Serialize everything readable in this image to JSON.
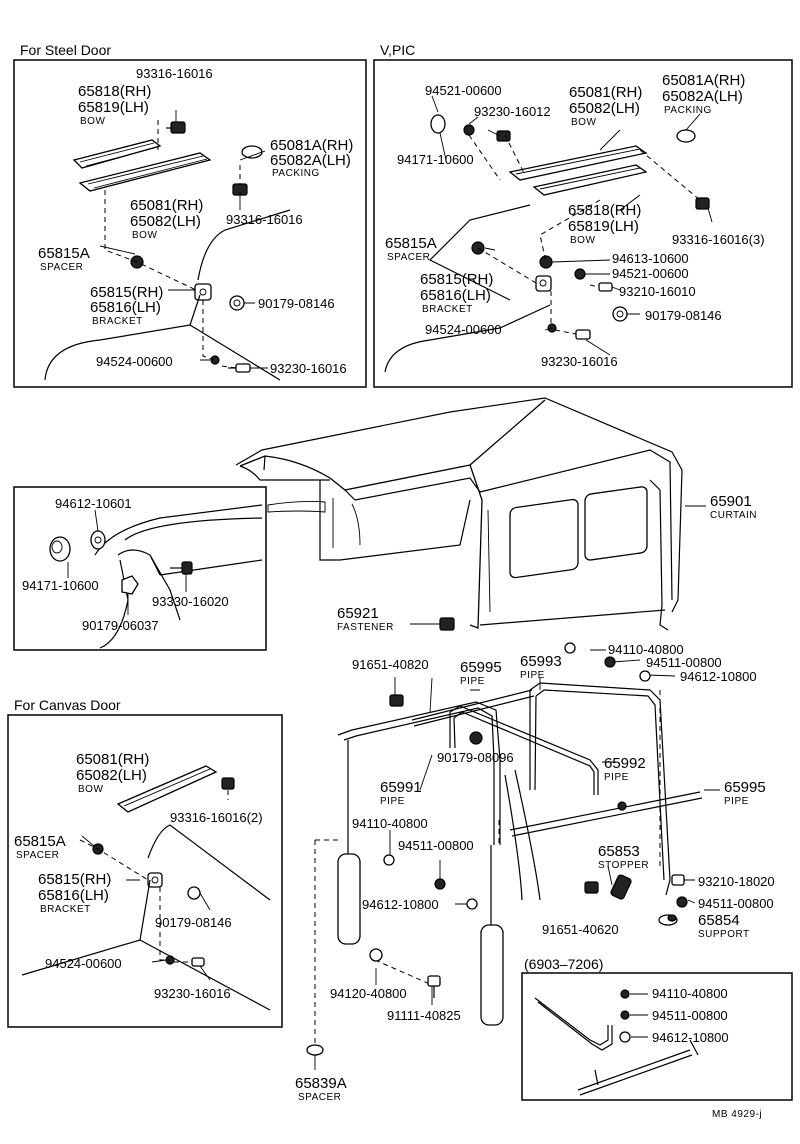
{
  "steel_door": {
    "title": "For Steel Door",
    "p_93316_top": "93316-16016",
    "bow_rh": "65818(RH)",
    "bow_lh": "65819(LH)",
    "bow_word": "BOW",
    "packing_rh": "65081A(RH)",
    "packing_lh": "65082A(LH)",
    "packing_word": "PACKING",
    "bow2_rh": "65081(RH)",
    "bow2_lh": "65082(LH)",
    "bow2_word": "BOW",
    "p_93316_mid": "93316-16016",
    "spacer_num": "65815A",
    "spacer_word": "SPACER",
    "bracket_rh": "65815(RH)",
    "bracket_lh": "65816(LH)",
    "bracket_word": "BRACKET",
    "p_90179": "90179-08146",
    "p_94524": "94524-00600",
    "p_93230": "93230-16016"
  },
  "vpic": {
    "title": "V,PIC",
    "p_94521_a": "94521-00600",
    "p_93230_a": "93230-16012",
    "p_94171": "94171-10600",
    "bow_rh": "65081(RH)",
    "bow_lh": "65082(LH)",
    "bow_word": "BOW",
    "packing_rh": "65081A(RH)",
    "packing_lh": "65082A(LH)",
    "packing_word": "PACKING",
    "bow2_rh": "65818(RH)",
    "bow2_lh": "65819(LH)",
    "bow2_word": "BOW",
    "p_93316": "93316-16016(3)",
    "spacer_num": "65815A",
    "spacer_word": "SPACER",
    "p_94613": "94613-10600",
    "p_94521_b": "94521-00600",
    "bracket_rh": "65815(RH)",
    "bracket_lh": "65816(LH)",
    "bracket_word": "BRACKET",
    "p_93210": "93210-16010",
    "p_90179": "90179-08146",
    "p_94524": "94524-00600",
    "p_93230_b": "93230-16016"
  },
  "bracket_detail": {
    "p_94612": "94612-10601",
    "p_94171": "94171-10600",
    "p_93330": "93330-16020",
    "p_90179": "90179-06037"
  },
  "curtain": {
    "num": "65901",
    "word": "CURTAIN",
    "fastener_num": "65921",
    "fastener_word": "FASTENER"
  },
  "frame": {
    "p_94110_a": "94110-40800",
    "p_94511_a": "94511-00800",
    "p_94612_a": "94612-10800",
    "p_91651_a": "91651-40820",
    "pipe_65995_a": "65995",
    "pipe_word": "PIPE",
    "pipe_65993": "65993",
    "p_90179": "90179-08096",
    "pipe_65992": "65992",
    "pipe_65991": "65991",
    "pipe_65995_b": "65995",
    "p_94110_b": "94110-40800",
    "p_94511_b": "94511-00800",
    "stopper_num": "65853",
    "stopper_word": "STOPPER",
    "p_93210": "93210-18020",
    "p_94511_c": "94511-00800",
    "support_num": "65854",
    "support_word": "SUPPORT",
    "p_94612_b": "94612-10800",
    "p_91651_b": "91651-40620",
    "p_94120": "94120-40800",
    "p_91111": "91111-40825",
    "spacer_num": "65839A",
    "spacer_word": "SPACER"
  },
  "canvas_door": {
    "title": "For Canvas Door",
    "bow_rh": "65081(RH)",
    "bow_lh": "65082(LH)",
    "bow_word": "BOW",
    "p_93316": "93316-16016(2)",
    "spacer_num": "65815A",
    "spacer_word": "SPACER",
    "bracket_rh": "65815(RH)",
    "bracket_lh": "65816(LH)",
    "bracket_word": "BRACKET",
    "p_90179": "90179-08146",
    "p_94524": "94524-00600",
    "p_93230": "93230-16016"
  },
  "inset_6903": {
    "title": "(6903–7206)",
    "p_94110": "94110-40800",
    "p_94511": "94511-00800",
    "p_94612": "94612-10800"
  },
  "footer": {
    "code": "MB 4929-j"
  }
}
